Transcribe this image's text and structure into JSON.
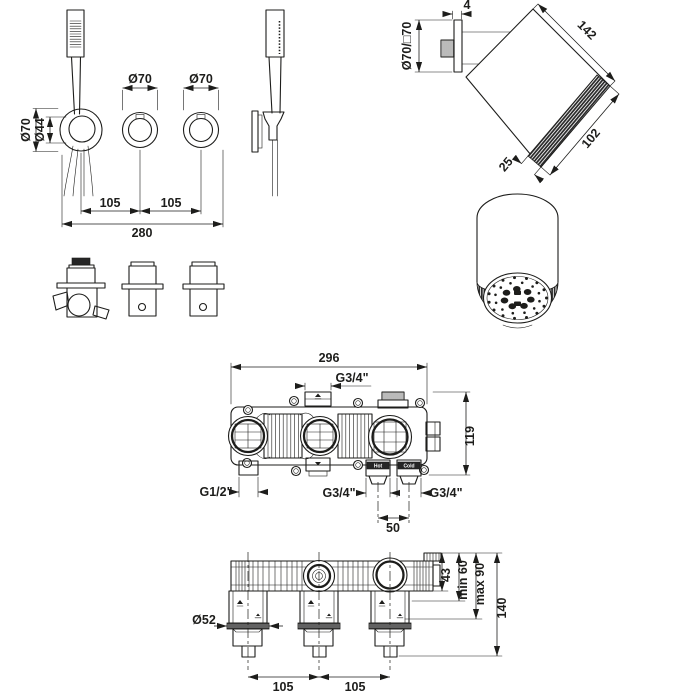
{
  "page": {
    "background": "#ffffff",
    "line_color": "#1d1d1b"
  },
  "front_view": {
    "dim_holder_outer": "Ø70",
    "dim_holder_inner": "Ø44",
    "dim_knob_mid": "Ø70",
    "dim_knob_right": "Ø70",
    "dim_spacing_left": "105",
    "dim_spacing_right": "105",
    "dim_total_width": "280"
  },
  "head_view": {
    "dim_plate_thickness": "4",
    "dim_profile": "Ø70/□70",
    "dim_length": "142",
    "dim_body_length": "102",
    "dim_band_width": "25"
  },
  "plan_view": {
    "dim_total_width": "296",
    "dim_height": "119",
    "port_top": "G3/4\"",
    "port_left": "G1/2\"",
    "port_hot": "G3/4\"",
    "port_cold": "G3/4\"",
    "dim_port_spacing": "50",
    "label_hot": "Hot",
    "label_cold": "Cold"
  },
  "elevation_view": {
    "dim_flange": "Ø52",
    "dim_body_depth": "43",
    "dim_min_depth": "min 60",
    "dim_max_depth": "max 90",
    "dim_total_depth": "140",
    "dim_spacing_left": "105",
    "dim_spacing_right": "105"
  }
}
